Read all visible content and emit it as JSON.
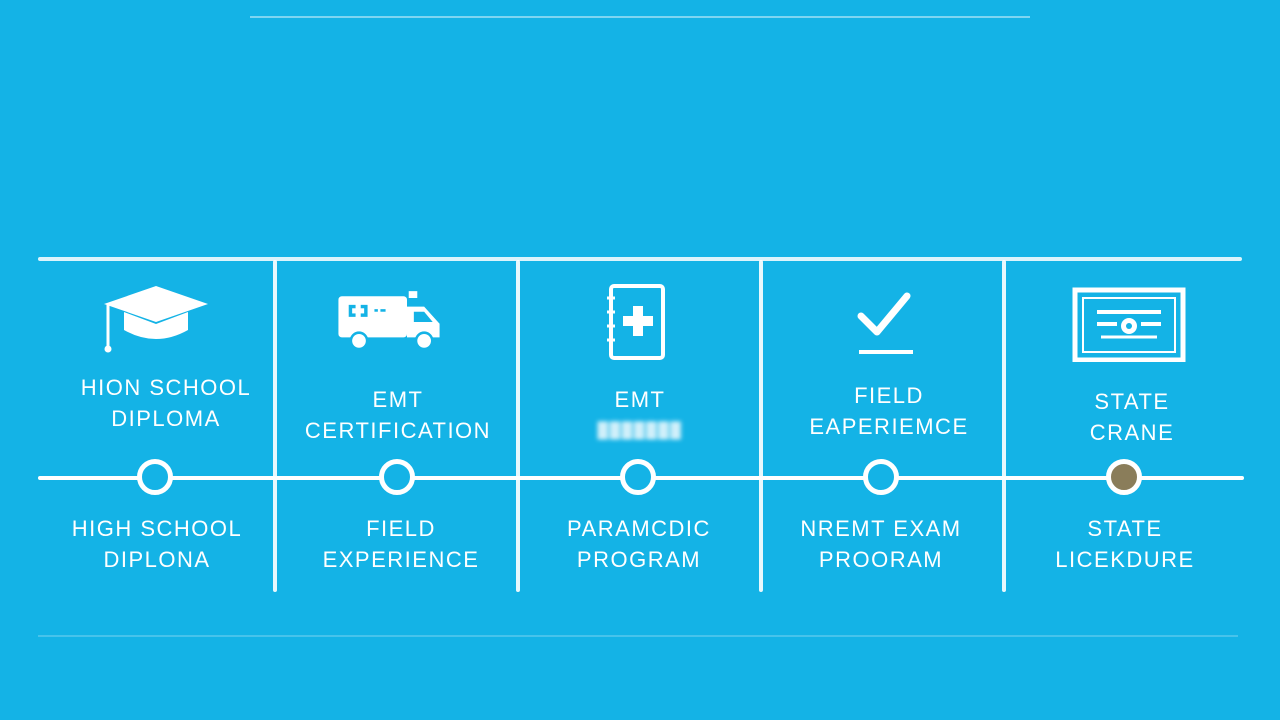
{
  "columns": [
    {
      "icon": "graduation-cap-icon",
      "upper": [
        "HIOn SCHOOL",
        "DIPLOMA"
      ],
      "lower": [
        "HIGH SCHOOL",
        "DIPLOnA"
      ],
      "node_state": "complete"
    },
    {
      "icon": "ambulance-icon",
      "upper": [
        "EMT",
        "CERTIFICATION"
      ],
      "lower": [
        "FIELD",
        "EXPERIENCE"
      ],
      "node_state": "complete"
    },
    {
      "icon": "medical-notebook-icon",
      "upper": [
        "EMT",
        "███████"
      ],
      "lower": [
        "PARAMCDIC",
        "PROGRAM"
      ],
      "node_state": "complete"
    },
    {
      "icon": "checkmark-icon",
      "upper": [
        "FIELD",
        "EAPERIEMCE"
      ],
      "lower": [
        "NREMT EXAM",
        "PROORAM"
      ],
      "node_state": "complete"
    },
    {
      "icon": "certificate-icon",
      "upper": [
        "STATE",
        "CRANE"
      ],
      "lower": [
        "STATE",
        "LICEKDURE"
      ],
      "node_state": "current"
    }
  ],
  "colors": {
    "background": "#14b3e6",
    "line": "#ffffff",
    "current_node": "#8a7d5a"
  }
}
